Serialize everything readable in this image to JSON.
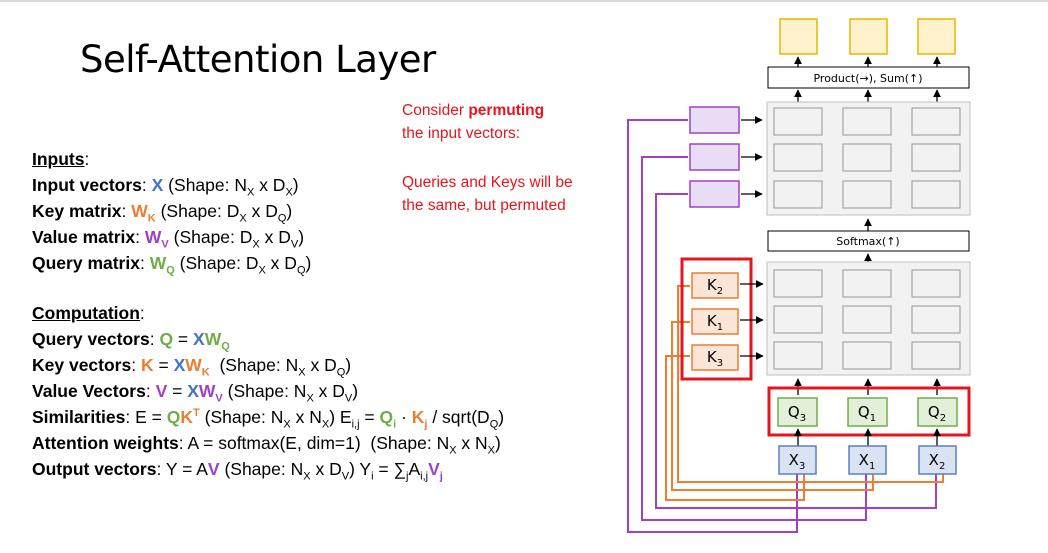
{
  "title": "Self-Attention Layer",
  "note": {
    "line1_prefix": "Consider ",
    "line1_bold": "permuting",
    "line2": "the input vectors:",
    "line3": "Queries and Keys will be",
    "line4": "the same, but permuted"
  },
  "text": {
    "inputs": "Inputs",
    "computation": "Computation",
    "input_vectors": "Input vectors",
    "key_matrix": "Key matrix",
    "value_matrix": "Value matrix",
    "query_matrix": "Query matrix",
    "query_vectors": "Query vectors",
    "key_vectors": "Key vectors",
    "value_vectors": "Value Vectors",
    "similarities": "Similarities",
    "attention_weights": "Attention weights",
    "output_vectors": "Output vectors",
    "shape": "Shape:"
  },
  "diagram": {
    "product_label": "Product(→),   Sum(↑)",
    "softmax_label": "Softmax(↑)",
    "inputs": [
      {
        "base": "X",
        "sub": "3"
      },
      {
        "base": "X",
        "sub": "1"
      },
      {
        "base": "X",
        "sub": "2"
      }
    ],
    "queries": [
      {
        "base": "Q",
        "sub": "3"
      },
      {
        "base": "Q",
        "sub": "1"
      },
      {
        "base": "Q",
        "sub": "2"
      }
    ],
    "keys": [
      {
        "base": "K",
        "sub": "2"
      },
      {
        "base": "K",
        "sub": "1"
      },
      {
        "base": "K",
        "sub": "3"
      }
    ]
  },
  "colors": {
    "red": "#e8141c",
    "blue_fill": "#dae3f3",
    "blue_stroke": "#5b7fbf",
    "green_fill": "#e2f0d9",
    "green_stroke": "#70ad47",
    "orange_fill": "#fbe5d6",
    "orange_stroke": "#ed7d31",
    "purple_fill": "#e9dcf5",
    "purple_stroke": "#a040c8",
    "yellow_fill": "#fff2cc",
    "yellow_stroke": "#e6b800",
    "grid_fill": "#f2f2f2",
    "cell_stroke": "#a6a6a6"
  }
}
